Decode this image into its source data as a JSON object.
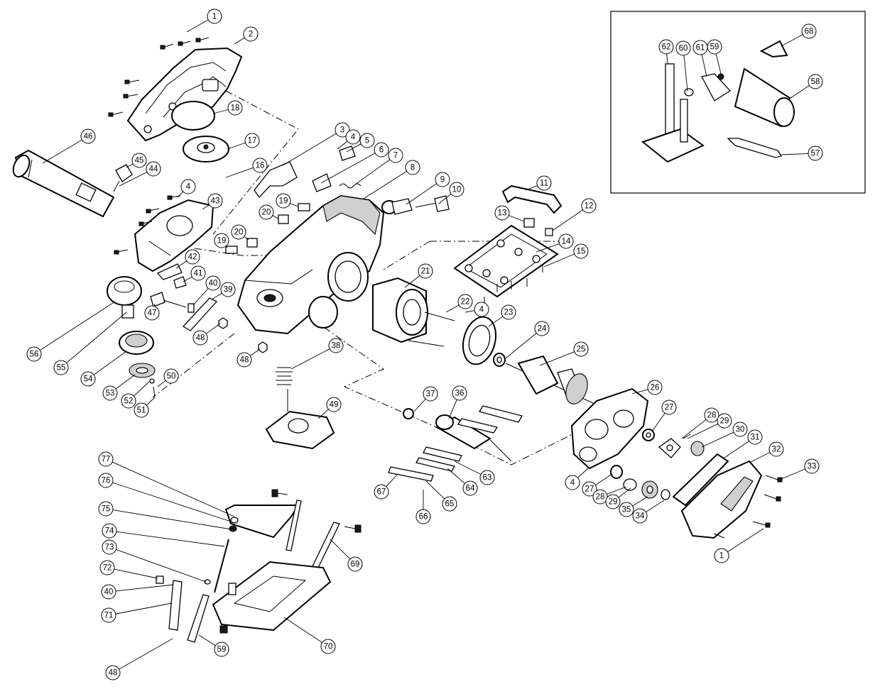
{
  "callouts": [
    {
      "id": "c1a",
      "label": "1"
    },
    {
      "id": "c2",
      "label": "2"
    },
    {
      "id": "c3",
      "label": "3"
    },
    {
      "id": "c4a",
      "label": "4"
    },
    {
      "id": "c5",
      "label": "5"
    },
    {
      "id": "c6",
      "label": "6"
    },
    {
      "id": "c7",
      "label": "7"
    },
    {
      "id": "c8",
      "label": "8"
    },
    {
      "id": "c9",
      "label": "9"
    },
    {
      "id": "c10",
      "label": "10"
    },
    {
      "id": "c11",
      "label": "11"
    },
    {
      "id": "c12",
      "label": "12"
    },
    {
      "id": "c13",
      "label": "13"
    },
    {
      "id": "c14",
      "label": "14"
    },
    {
      "id": "c15",
      "label": "15"
    },
    {
      "id": "c16",
      "label": "16"
    },
    {
      "id": "c17",
      "label": "17"
    },
    {
      "id": "c18",
      "label": "18"
    },
    {
      "id": "c19a",
      "label": "19"
    },
    {
      "id": "c19b",
      "label": "19"
    },
    {
      "id": "c20a",
      "label": "20"
    },
    {
      "id": "c20b",
      "label": "20"
    },
    {
      "id": "c21",
      "label": "21"
    },
    {
      "id": "c22",
      "label": "22"
    },
    {
      "id": "c4b",
      "label": "4"
    },
    {
      "id": "c23",
      "label": "23"
    },
    {
      "id": "c24",
      "label": "24"
    },
    {
      "id": "c25",
      "label": "25"
    },
    {
      "id": "c26",
      "label": "26"
    },
    {
      "id": "c27a",
      "label": "27"
    },
    {
      "id": "c28a",
      "label": "28"
    },
    {
      "id": "c29a",
      "label": "29"
    },
    {
      "id": "c30",
      "label": "30"
    },
    {
      "id": "c31",
      "label": "31"
    },
    {
      "id": "c32",
      "label": "32"
    },
    {
      "id": "c33",
      "label": "33"
    },
    {
      "id": "c1b",
      "label": "1"
    },
    {
      "id": "c4c",
      "label": "4"
    },
    {
      "id": "c27b",
      "label": "27"
    },
    {
      "id": "c28b",
      "label": "28"
    },
    {
      "id": "c29b",
      "label": "29"
    },
    {
      "id": "c35",
      "label": "35"
    },
    {
      "id": "c34",
      "label": "34"
    },
    {
      "id": "c36",
      "label": "36"
    },
    {
      "id": "c37",
      "label": "37"
    },
    {
      "id": "c38",
      "label": "38"
    },
    {
      "id": "c39",
      "label": "39"
    },
    {
      "id": "c40a",
      "label": "40"
    },
    {
      "id": "c41",
      "label": "41"
    },
    {
      "id": "c42",
      "label": "42"
    },
    {
      "id": "c43",
      "label": "43"
    },
    {
      "id": "c4d",
      "label": "4"
    },
    {
      "id": "c44",
      "label": "44"
    },
    {
      "id": "c45",
      "label": "45"
    },
    {
      "id": "c46",
      "label": "46"
    },
    {
      "id": "c47",
      "label": "47"
    },
    {
      "id": "c48a",
      "label": "48"
    },
    {
      "id": "c48b",
      "label": "48"
    },
    {
      "id": "c49",
      "label": "49"
    },
    {
      "id": "c50",
      "label": "50"
    },
    {
      "id": "c51",
      "label": "51"
    },
    {
      "id": "c52",
      "label": "52"
    },
    {
      "id": "c53",
      "label": "53"
    },
    {
      "id": "c54",
      "label": "54"
    },
    {
      "id": "c55",
      "label": "55"
    },
    {
      "id": "c56",
      "label": "56"
    },
    {
      "id": "c63",
      "label": "63"
    },
    {
      "id": "c64",
      "label": "64"
    },
    {
      "id": "c65",
      "label": "65"
    },
    {
      "id": "c66",
      "label": "66"
    },
    {
      "id": "c67",
      "label": "67"
    },
    {
      "id": "c62",
      "label": "62"
    },
    {
      "id": "c60",
      "label": "60"
    },
    {
      "id": "c61",
      "label": "61"
    },
    {
      "id": "c59a",
      "label": "59"
    },
    {
      "id": "c68",
      "label": "68"
    },
    {
      "id": "c58",
      "label": "58"
    },
    {
      "id": "c57",
      "label": "57"
    },
    {
      "id": "c77",
      "label": "77"
    },
    {
      "id": "c76",
      "label": "76"
    },
    {
      "id": "c75",
      "label": "75"
    },
    {
      "id": "c74",
      "label": "74"
    },
    {
      "id": "c73",
      "label": "73"
    },
    {
      "id": "c72",
      "label": "72"
    },
    {
      "id": "c40b",
      "label": "40"
    },
    {
      "id": "c71",
      "label": "71"
    },
    {
      "id": "c48c",
      "label": "48"
    },
    {
      "id": "c59b",
      "label": "59"
    },
    {
      "id": "c70",
      "label": "70"
    },
    {
      "id": "c69",
      "label": "69"
    }
  ]
}
